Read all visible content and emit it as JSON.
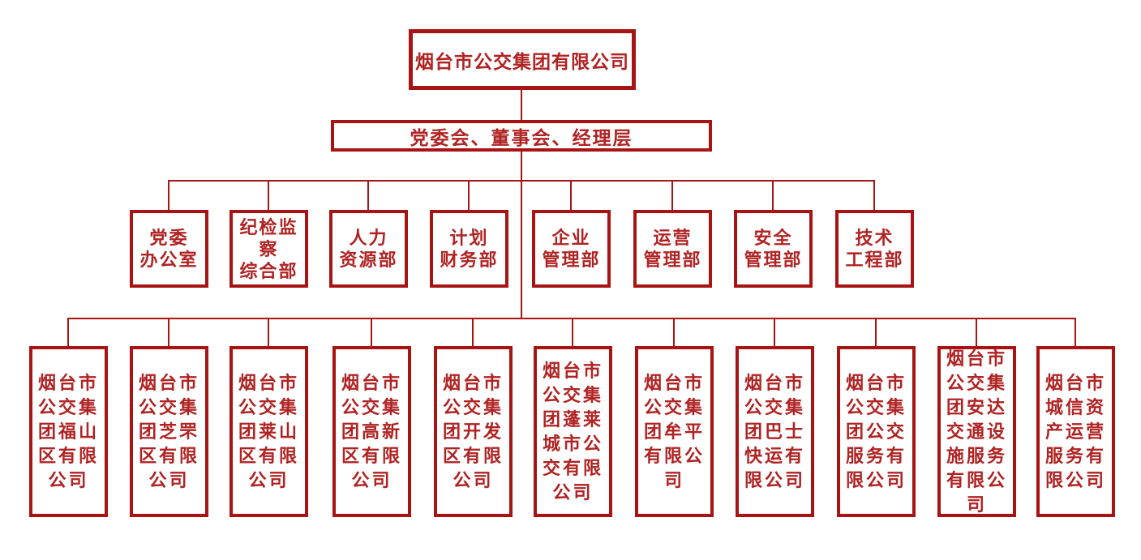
{
  "chart": {
    "root": {
      "label": "烟台市公交集团有限公司"
    },
    "governance": {
      "label": "党委会、董事会、经理层"
    },
    "departments": [
      {
        "label": "党委\n办公室"
      },
      {
        "label": "纪检监\n察\n综合部"
      },
      {
        "label": "人力\n资源部"
      },
      {
        "label": "计划\n财务部"
      },
      {
        "label": "企业\n管理部"
      },
      {
        "label": "运营\n管理部"
      },
      {
        "label": "安全\n管理部"
      },
      {
        "label": "技术\n工程部"
      }
    ],
    "subsidiaries": [
      {
        "label": "烟台市\n公交集\n团福山\n区有限\n公司"
      },
      {
        "label": "烟台市\n公交集\n团芝罘\n区有限\n公司"
      },
      {
        "label": "烟台市\n公交集\n团莱山\n区有限\n公司"
      },
      {
        "label": "烟台市\n公交集\n团高新\n区有限\n公司"
      },
      {
        "label": "烟台市\n公交集\n团开发\n区有限\n公司"
      },
      {
        "label": "烟台市\n公交集\n团蓬莱\n城市公\n交有限\n公司"
      },
      {
        "label": "烟台市\n公交集\n团牟平\n有限公\n司"
      },
      {
        "label": "烟台市\n公交集\n团巴士\n快运有\n限公司"
      },
      {
        "label": "烟台市\n公交集\n团公交\n服务有\n限公司"
      },
      {
        "label": "烟台市\n公交集\n团安达\n交通设\n施服务\n有限公\n司"
      },
      {
        "label": "烟台市\n城信资\n产运营\n服务有\n限公司"
      }
    ]
  },
  "colors": {
    "box_border": "#a81414",
    "text": "#b02323",
    "connector": "#a81414",
    "background": "#ffffff"
  }
}
